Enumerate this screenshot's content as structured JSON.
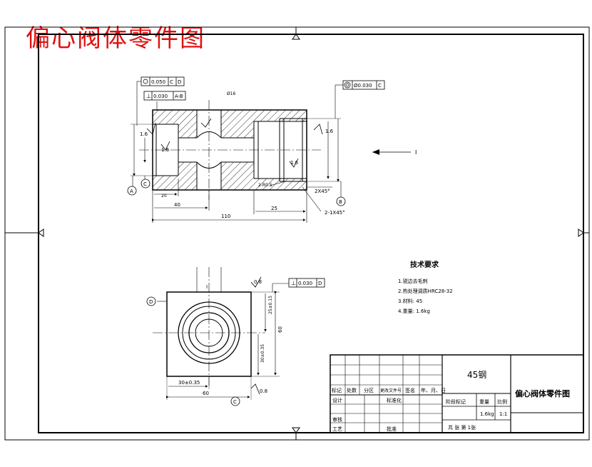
{
  "drawing_title": "偏心阀体零件图",
  "tech_requirements": {
    "heading": "技术要求",
    "items": [
      "1.锐边去毛刺",
      "2.热处理调质HRC28-32",
      "3.材料: 45",
      "4.重量: 1.6kg"
    ]
  },
  "title_block": {
    "material": "45钢",
    "part_name": "偏心阀体零件图",
    "headers": [
      "标记",
      "处数",
      "分区",
      "更改文件号",
      "签名",
      "年、月、日"
    ],
    "designer": "设计",
    "standardize": "标准化",
    "stage_mark": "阶段标记",
    "weight_label": "重量",
    "scale_label": "比例",
    "weight_value": "1.6kg",
    "scale_value": "1:1",
    "review": "审核",
    "process": "工艺",
    "approve": "批准",
    "sheets": "共 张 第 1张"
  },
  "annotations": {
    "tol_pos": "0.050",
    "tol_pos_refs": [
      "C",
      "D"
    ],
    "tol_perp_top": "0.030",
    "tol_perp_top_ref": "A-B",
    "tol_concentric": "Ø0.030",
    "tol_concentric_ref": "C",
    "tol_perp_side": "0.030",
    "tol_perp_side_ref": "D",
    "datums": [
      "A",
      "B",
      "C",
      "D"
    ],
    "view_arrow_label": "I",
    "dim_total_length": "110",
    "dim_40": "40",
    "dim_20": "20",
    "dim_25": "25",
    "dim_16": "Ø16",
    "chamfer_45": "2X45°",
    "chamfer_1": "2-1X45°",
    "dim_2_r0_5": "2-R0.5",
    "roughness_1_6": "1.6",
    "roughness_0_8": "0.8",
    "dim_30_side": "30±0.35",
    "dim_60_side": "60",
    "dim_30_vertical": "30±0.35",
    "dim_60_vertical": "60",
    "dim_25_vertical": "25±0.15"
  }
}
